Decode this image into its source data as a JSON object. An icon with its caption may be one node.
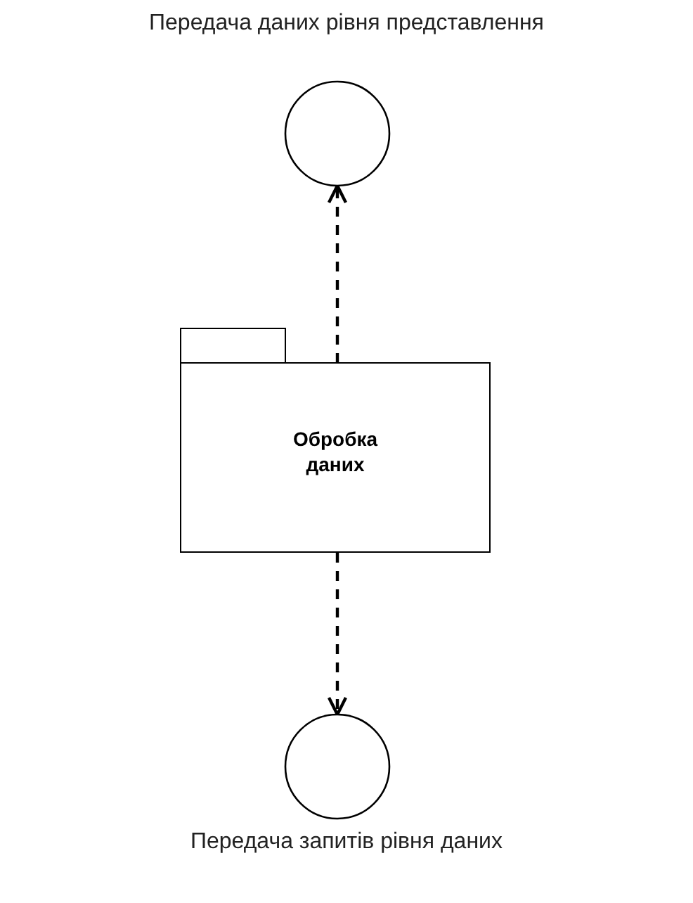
{
  "diagram": {
    "nodes": [
      {
        "text": [
          "Передача даних рівня представлення"
        ]
      },
      {
        "text": [
          "Обробка даних"
        ]
      },
      {
        "text": [
          "Передача запитів рівня даних"
        ]
      }
    ],
    "edges": [
      {
        "from": 1,
        "to": 0,
        "arrow": "to",
        "style": "dashed"
      },
      {
        "from": 1,
        "to": 2,
        "arrow": "to",
        "style": "dashed"
      }
    ]
  }
}
